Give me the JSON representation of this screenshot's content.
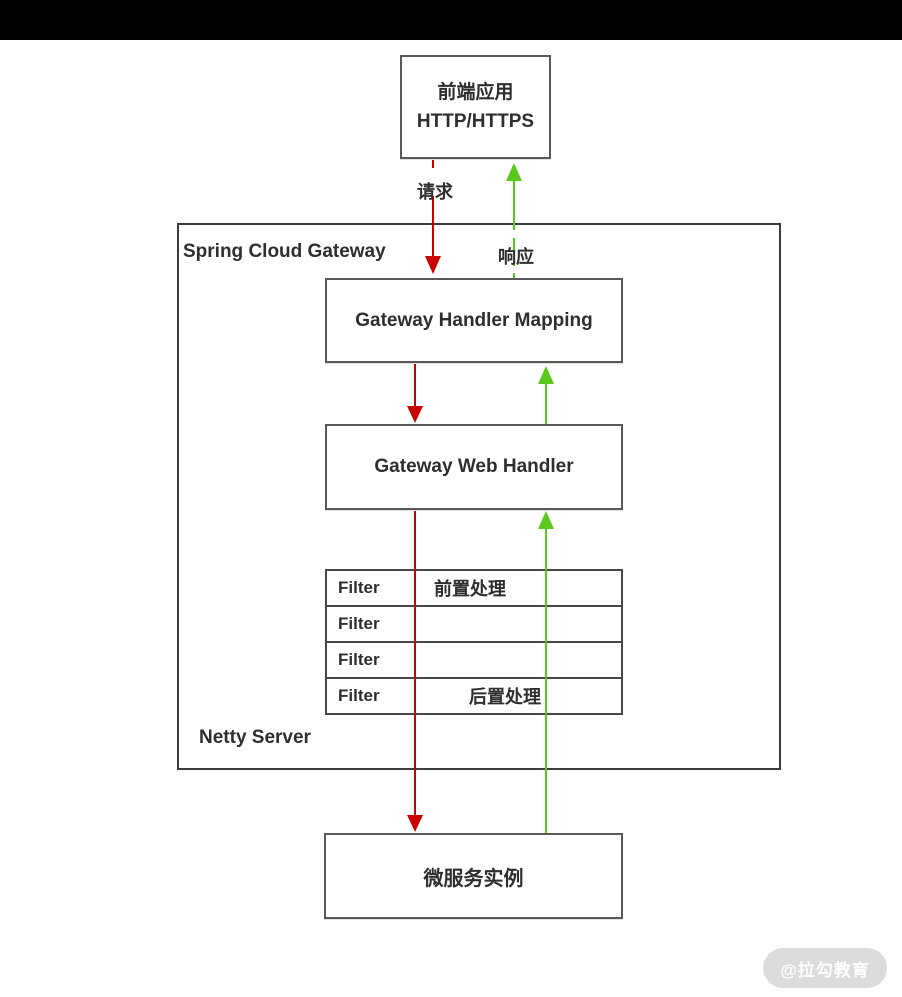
{
  "diagram": {
    "frontend_box": {
      "line1": "前端应用",
      "line2": "HTTP/HTTPS"
    },
    "request_label": "请求",
    "response_label": "响应",
    "gateway_container": {
      "title": "Spring Cloud Gateway",
      "footer_label": "Netty Server"
    },
    "handler_mapping_box": "Gateway Handler Mapping",
    "web_handler_box": "Gateway Web Handler",
    "filter_table": {
      "rows": [
        {
          "label": "Filter",
          "note": "前置处理"
        },
        {
          "label": "Filter",
          "note": ""
        },
        {
          "label": "Filter",
          "note": ""
        },
        {
          "label": "Filter",
          "note": "后置处理"
        }
      ]
    },
    "microservice_box": "微服务实例",
    "colors": {
      "request_arrow": "#cb0000",
      "response_arrow": "#5bc81e",
      "box_border": "#595959",
      "container_border": "#3c3c3c",
      "text": "#2e2e2e",
      "top_bar": "#000000"
    }
  },
  "watermark": {
    "text": "@拉勾教育",
    "background": "#dcdcdc"
  }
}
